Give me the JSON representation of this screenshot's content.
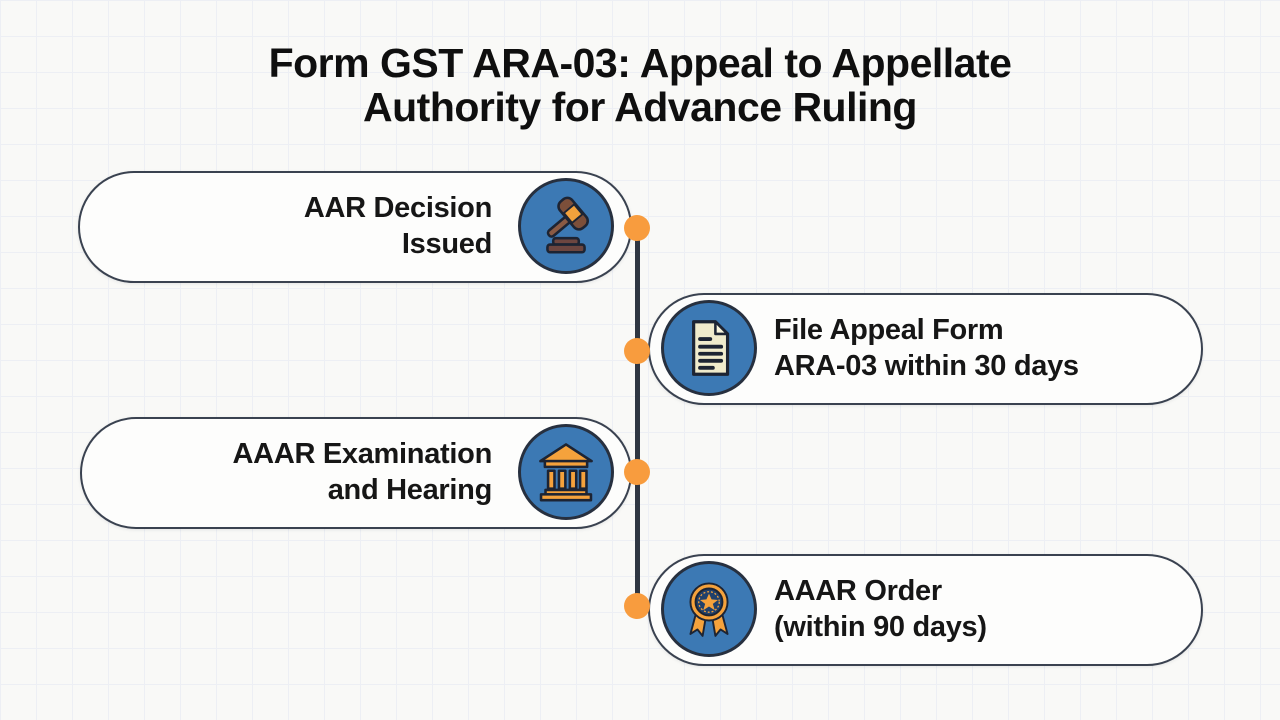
{
  "title": {
    "full": "Form GST ARA-03: Appeal to Appellate Authority for Advance Ruling",
    "line1": "Form GST ARA-03: Appeal to Appellate",
    "line2": "Authority for Advance Ruling"
  },
  "steps": [
    {
      "label_line1": "AAR Decision",
      "label_line2": "Issued",
      "icon": "gavel-icon",
      "side": "left"
    },
    {
      "label_line1": "File Appeal Form",
      "label_line2": "ARA-03 within 30 days",
      "icon": "document-icon",
      "side": "right"
    },
    {
      "label_line1": "AAAR Examination",
      "label_line2": "and Hearing",
      "icon": "courthouse-icon",
      "side": "left"
    },
    {
      "label_line1": "AAAR Order",
      "label_line2": "(within 90 days)",
      "icon": "ribbon-badge-icon",
      "side": "right"
    }
  ],
  "colors": {
    "background": "#f9f9f7",
    "grid_line": "#edeff4",
    "pill_fill": "#fdfdfc",
    "pill_border": "#3a4250",
    "icon_circle_blue": "#3c79b4",
    "icon_orange": "#f5a23c",
    "timeline_line": "#2f3642",
    "timeline_dot": "#f89c3e",
    "title_text": "#0f0f0f",
    "label_text": "#161616"
  }
}
